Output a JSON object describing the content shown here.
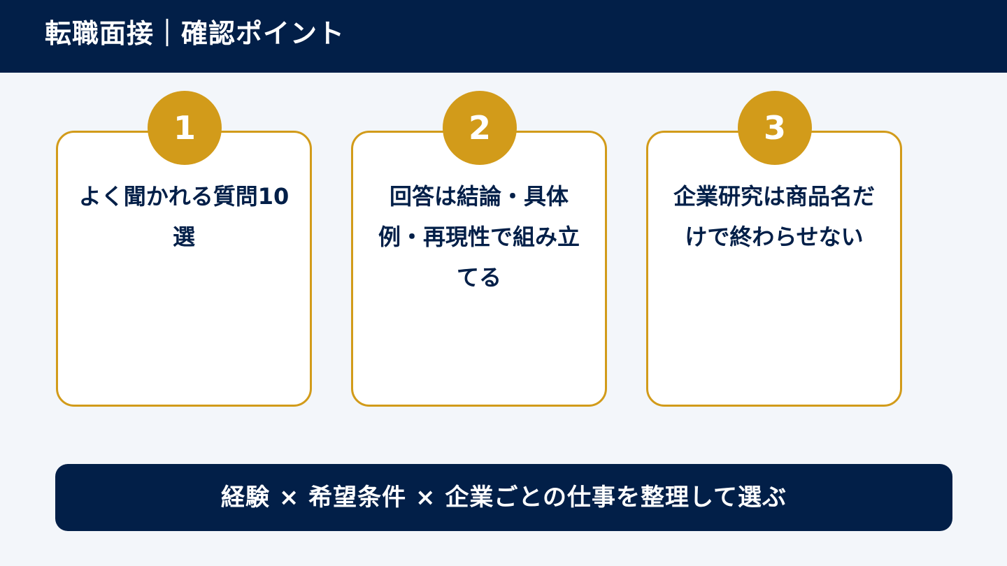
{
  "header": {
    "title": "転職面接｜確認ポイント"
  },
  "cards": [
    {
      "number": "1",
      "text": "よく聞かれる質問10選"
    },
    {
      "number": "2",
      "text": "回答は結論・具体例・再現性で組み立てる"
    },
    {
      "number": "3",
      "text": "企業研究は商品名だけで終わらせない"
    }
  ],
  "footer": {
    "text": "経験 × 希望条件 × 企業ごとの仕事を整理して選ぶ"
  },
  "colors": {
    "navy": "#021f48",
    "gold": "#d29b1a",
    "background": "#f3f6fa",
    "card": "#ffffff"
  }
}
